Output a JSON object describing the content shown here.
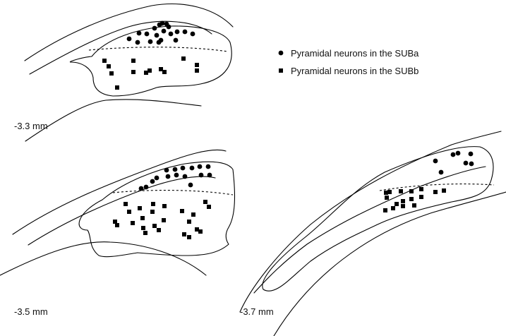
{
  "legend": {
    "suba_label": "Pyramidal neurons in the SUBa",
    "subb_label": "Pyramidal neurons in the SUBb"
  },
  "sections": [
    {
      "label": "-3.3 mm"
    },
    {
      "label": "-3.5 mm"
    },
    {
      "label": "-3.7 mm"
    }
  ],
  "marker_colors": {
    "suba": "#000000",
    "subb": "#000000"
  },
  "marker_shapes": {
    "suba": "filled-circle",
    "subb": "filled-square"
  }
}
